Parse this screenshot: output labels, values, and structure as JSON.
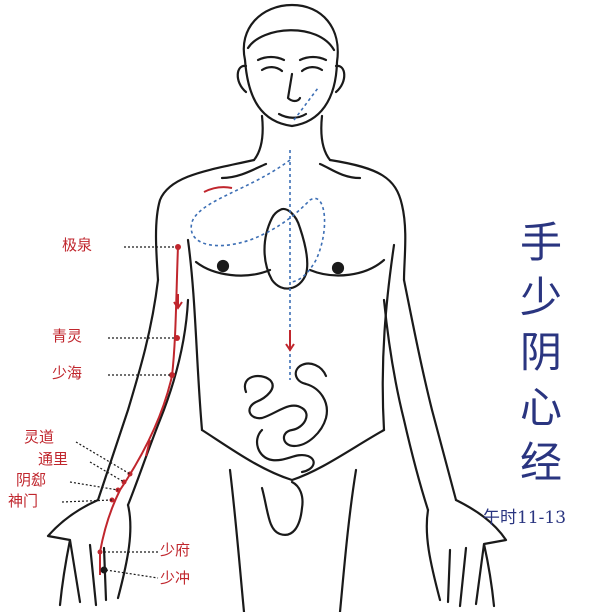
{
  "title_chars": [
    "手",
    "少",
    "阴",
    "心",
    "经"
  ],
  "time": {
    "prefix": "午时",
    "range": "11-13"
  },
  "acupoints": {
    "jiquan": "极泉",
    "qingling": "青灵",
    "shaohai": "少海",
    "lingdao": "灵道",
    "tongli": "通里",
    "yinxi": "阴郄",
    "shenmen": "神门",
    "shaofu": "少府",
    "shaochong": "少冲"
  },
  "colors": {
    "outline": "#1a1a1a",
    "meridian": "#c0262d",
    "inner_path": "#3d6fb5",
    "label_red": "#c0262d",
    "title_blue": "#2a3580"
  }
}
